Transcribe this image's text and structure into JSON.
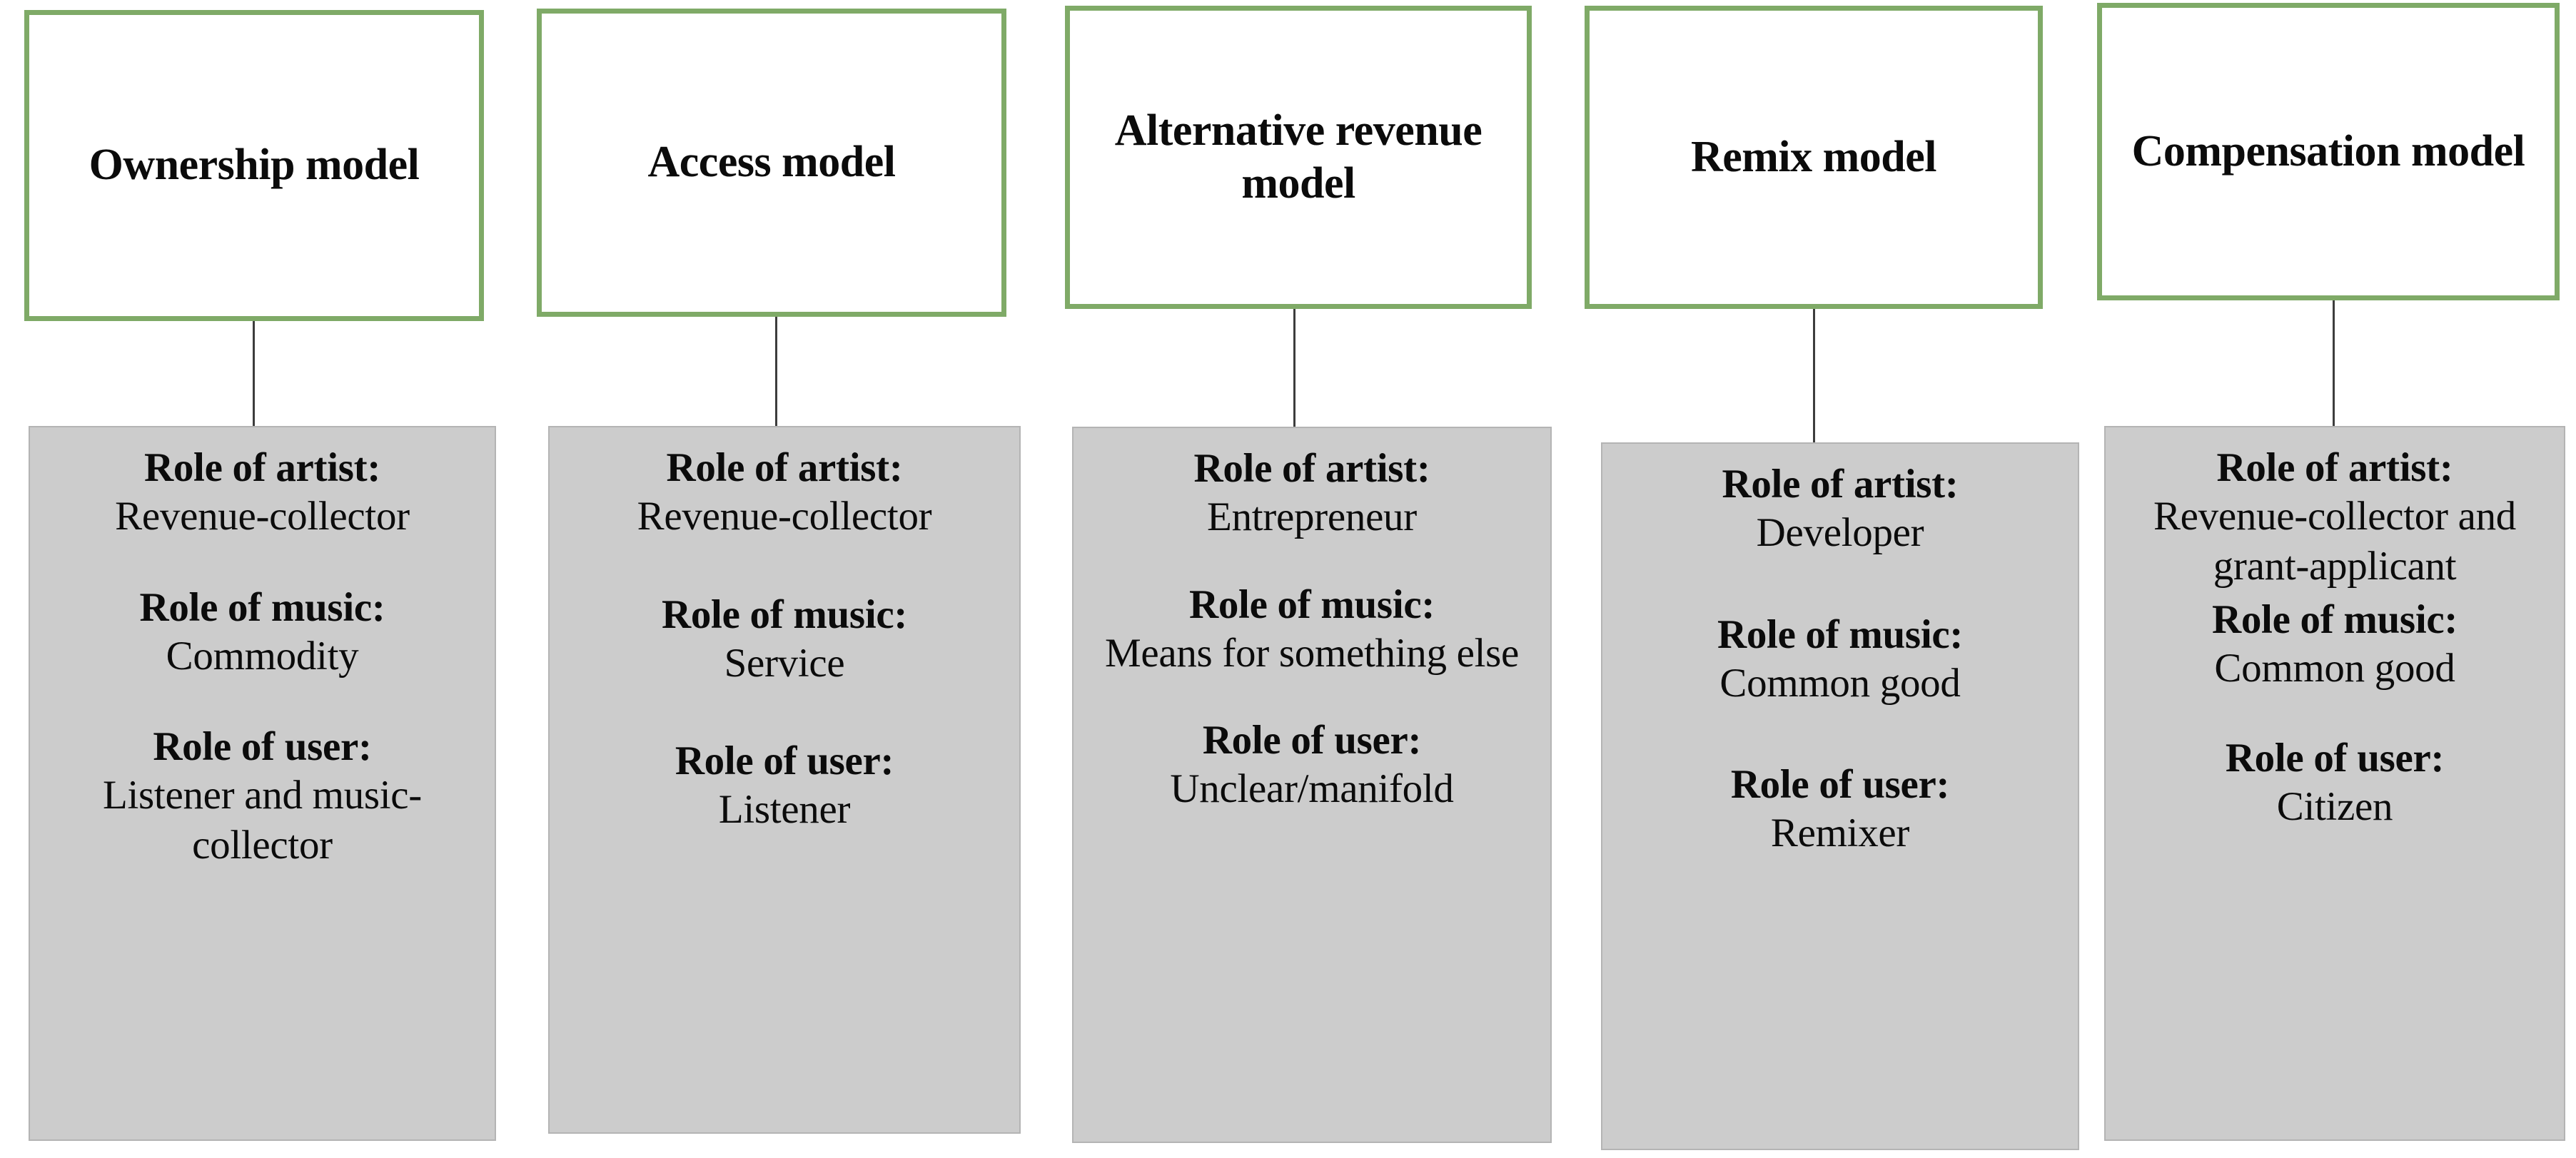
{
  "diagram": {
    "accent_border_color": "#7faa67",
    "body_fill_color": "#cccccc",
    "body_border_color": "#b4b4b4",
    "connector_color": "#3d3d3d",
    "background_color": "#ffffff",
    "role_labels": {
      "artist": "Role of artist:",
      "music": "Role of music:",
      "user": "Role of user:"
    },
    "columns": [
      {
        "title": "Ownership model",
        "artist_label": "Role of artist:",
        "artist_value": "Revenue-collector",
        "music_label": "Role of music:",
        "music_value": "Commodity",
        "user_label": "Role of user:",
        "user_value": "Listener and music-collector"
      },
      {
        "title": "Access model",
        "artist_label": "Role of artist:",
        "artist_value": "Revenue-collector",
        "music_label": "Role of music:",
        "music_value": "Service",
        "user_label": "Role of user:",
        "user_value": "Listener"
      },
      {
        "title": "Alternative revenue model",
        "artist_label": "Role of artist:",
        "artist_value": "Entrepreneur",
        "music_label": "Role of music:",
        "music_value": "Means for something else",
        "user_label": "Role of user:",
        "user_value": "Unclear/manifold"
      },
      {
        "title": "Remix model",
        "artist_label": "Role of artist:",
        "artist_value": "Developer",
        "music_label": "Role of music:",
        "music_value": "Common good",
        "user_label": "Role of user:",
        "user_value": "Remixer"
      },
      {
        "title": "Compensation model",
        "artist_label": "Role of artist:",
        "artist_value": "Revenue-collector and grant-applicant",
        "music_label": "Role of music:",
        "music_value": "Common good",
        "user_label": "Role of user:",
        "user_value": "Citizen"
      }
    ]
  }
}
